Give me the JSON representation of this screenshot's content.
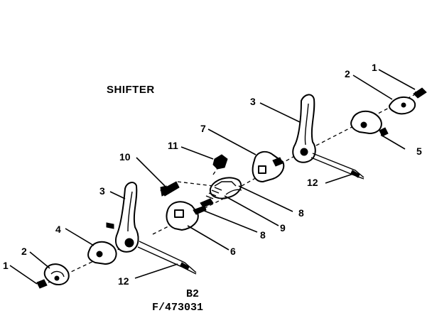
{
  "title": "SHIFTER",
  "callouts": {
    "c1_right": "1",
    "c2_right": "2",
    "c3_right": "3",
    "c5": "5",
    "c7": "7",
    "c11": "11",
    "c10": "10",
    "c12_right": "12",
    "c8_top": "8",
    "c9": "9",
    "c8_bottom": "8",
    "c3_left": "3",
    "c4": "4",
    "c6": "6",
    "c2_left": "2",
    "c1_left": "1",
    "c12_left": "12"
  },
  "caption": {
    "line1": "B2",
    "line2": "F/473031"
  }
}
